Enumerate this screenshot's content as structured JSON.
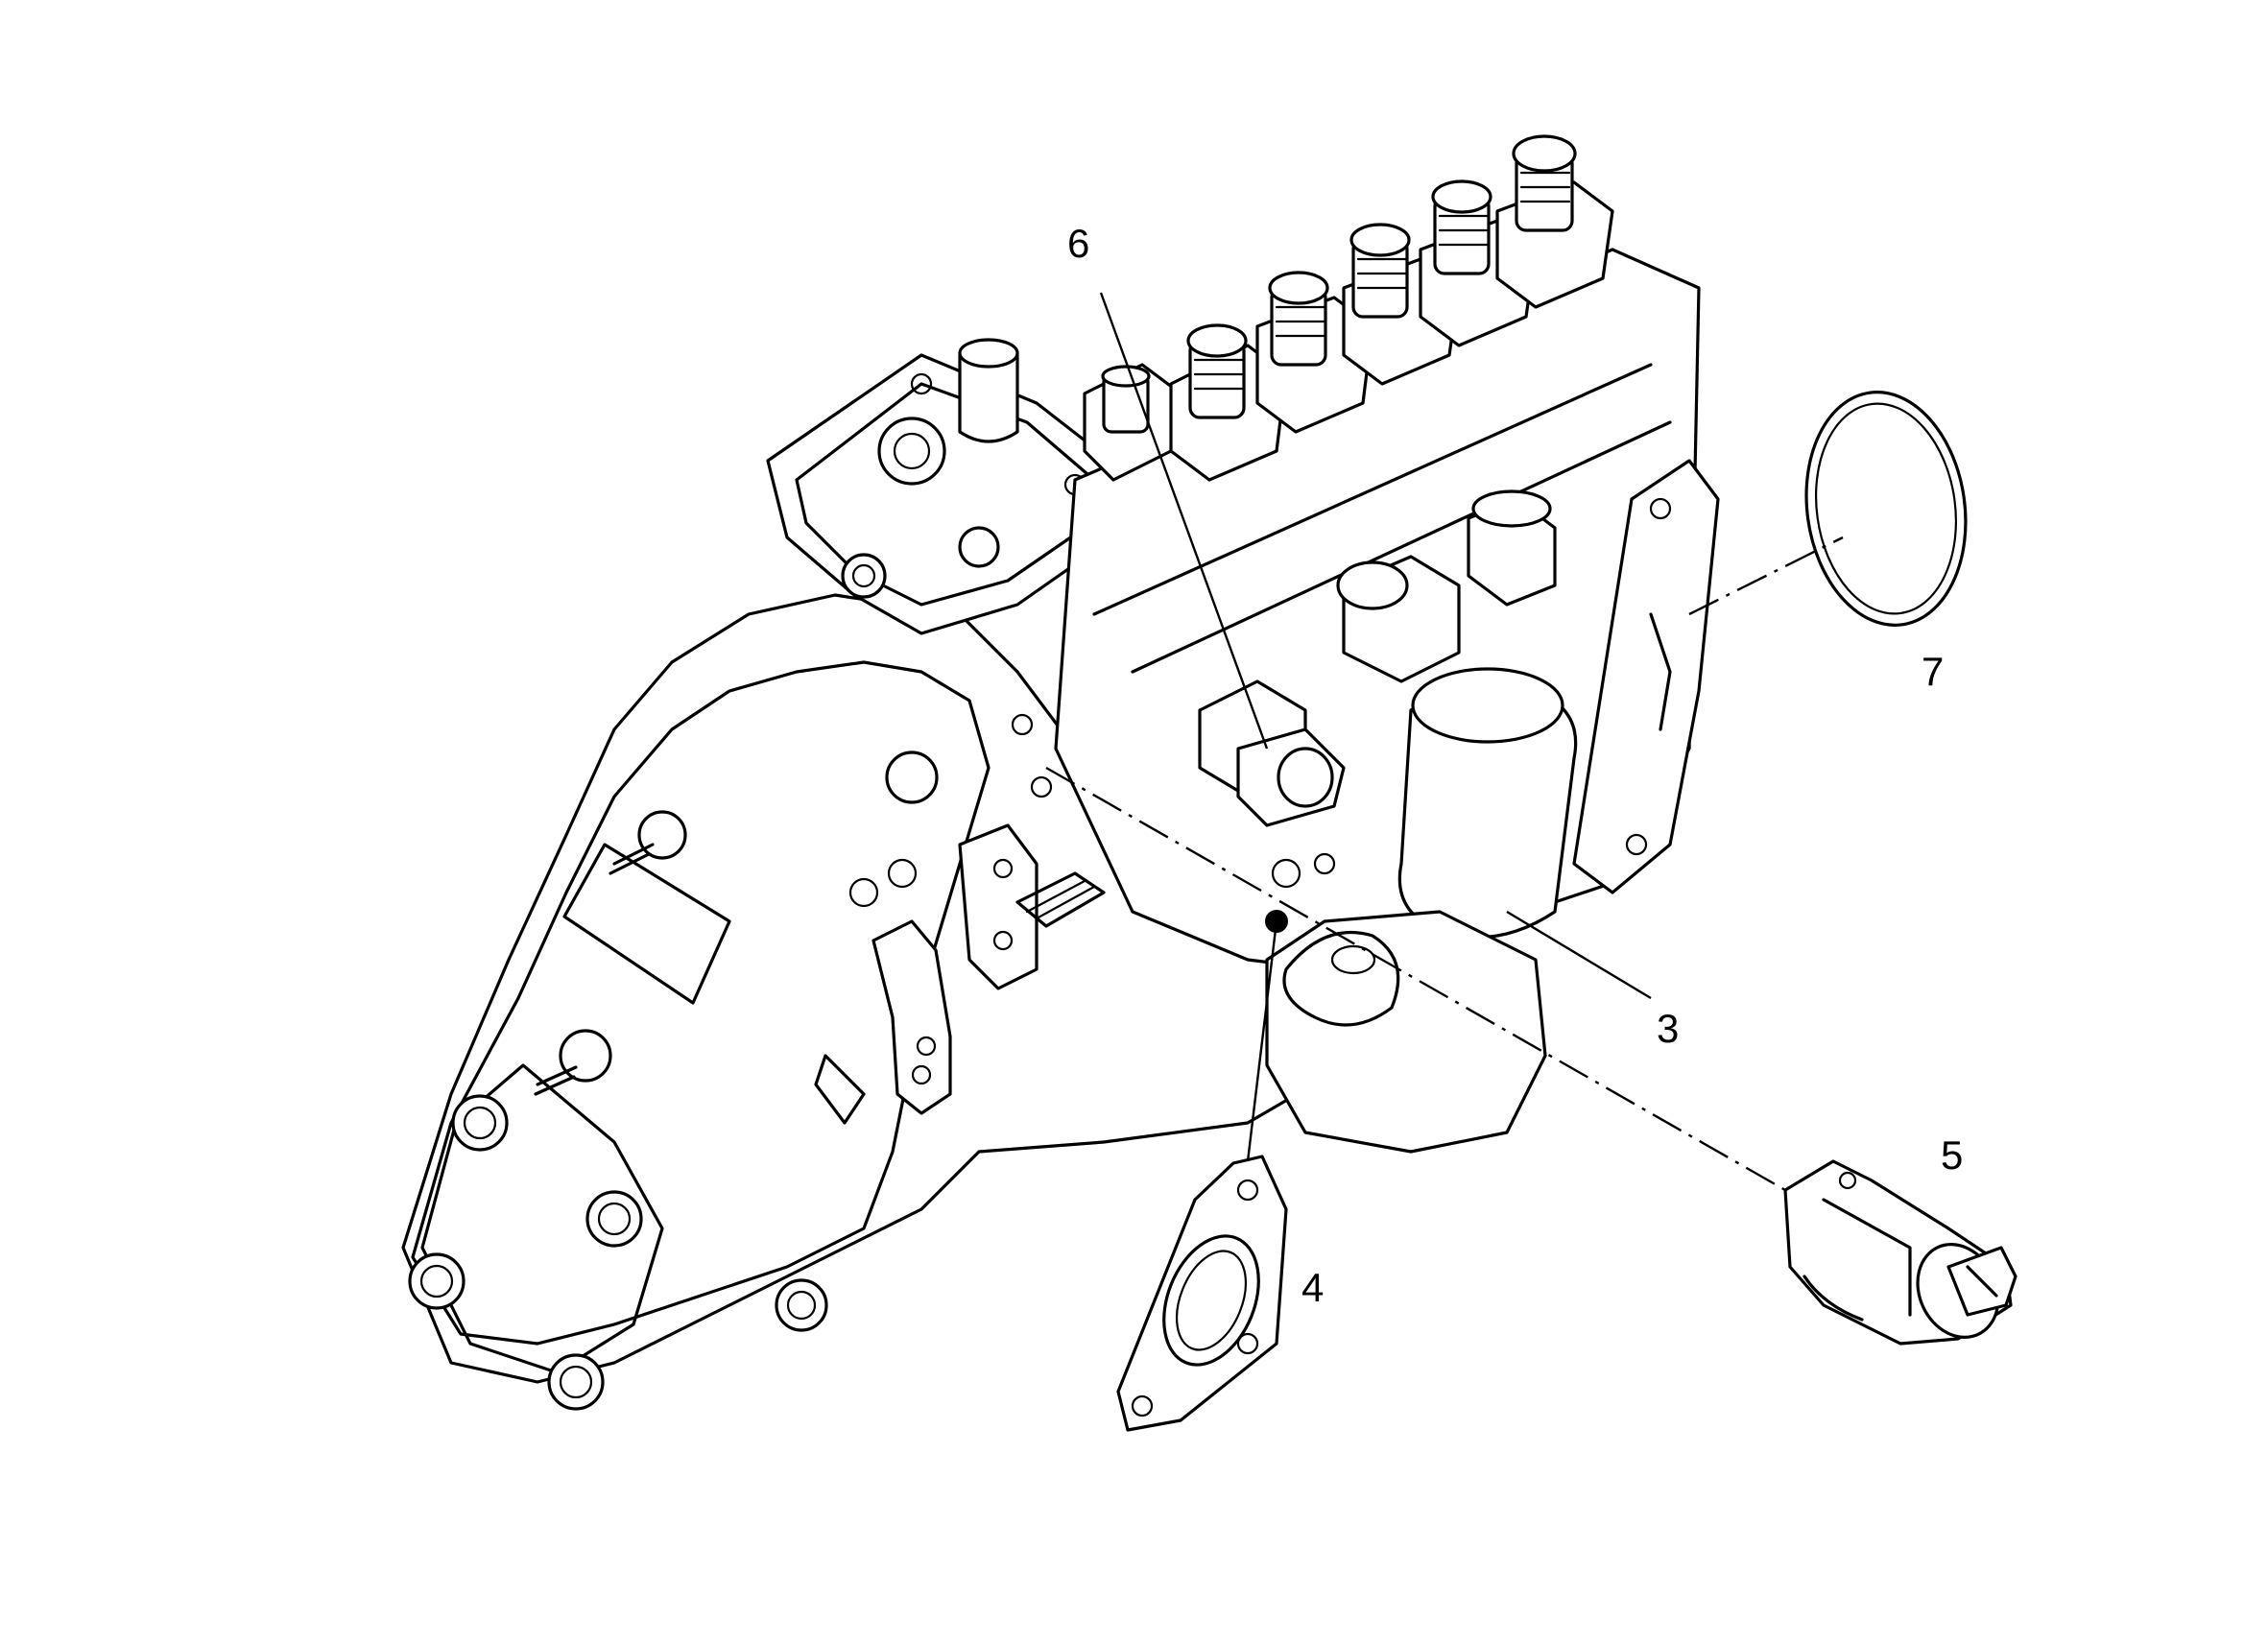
{
  "callouts": {
    "c3": "3",
    "c4": "4",
    "c5": "5",
    "c6": "6",
    "c7": "7"
  },
  "colors": {
    "ink": "#000000",
    "paper": "#ffffff"
  }
}
